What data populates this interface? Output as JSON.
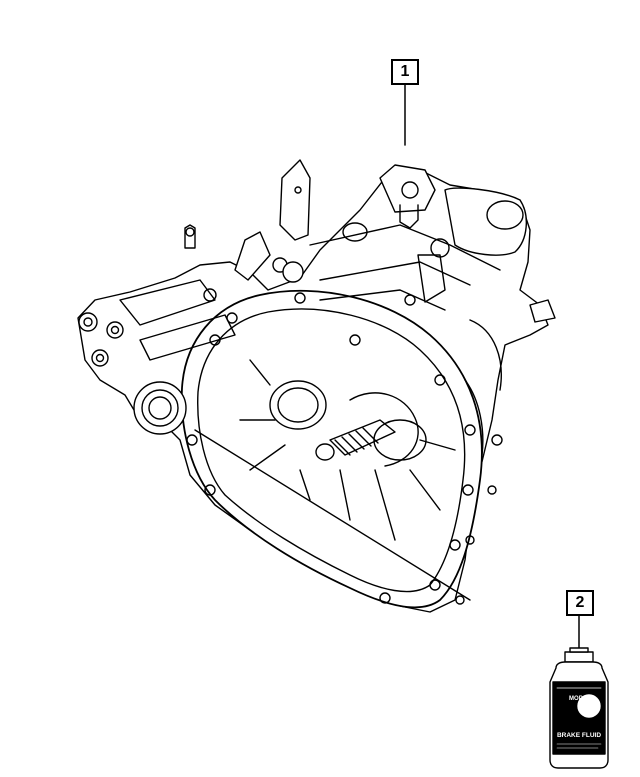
{
  "diagram": {
    "callouts": [
      {
        "id": "1",
        "label": "1",
        "part": "manual-transaxle-assembly"
      },
      {
        "id": "2",
        "label": "2",
        "part": "fluid-bottle"
      }
    ],
    "bottle": {
      "brand": "MOPAR",
      "product": "BRAKE FLUID"
    },
    "colors": {
      "line": "#000000",
      "background": "#ffffff"
    }
  }
}
